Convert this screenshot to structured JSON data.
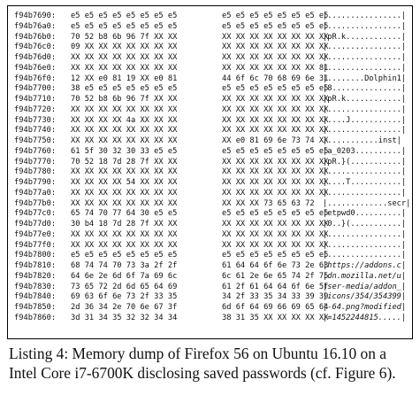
{
  "listing": {
    "rows": [
      {
        "addr": "f94b7690:",
        "hex1": "e5 e5 e5 e5 e5 e5 e5 e5",
        "hex2": "e5 e5 e5 e5 e5 e5 e5 e5",
        "ascii": "|................|"
      },
      {
        "addr": "f94b76a0:",
        "hex1": "e5 e5 e5 e5 e5 e5 e5 e5",
        "hex2": "e5 e5 e5 e5 e5 e5 e5 e5",
        "ascii": "|................|"
      },
      {
        "addr": "f94b76b0:",
        "hex1": "70 52 b8 6b 96 7f XX XX",
        "hex2": "XX XX XX XX XX XX XX XX",
        "ascii": "|pR.k............|"
      },
      {
        "addr": "f94b76c0:",
        "hex1": "09 XX XX XX XX XX XX XX",
        "hex2": "XX XX XX XX XX XX XX XX",
        "ascii": "|................|"
      },
      {
        "addr": "f94b76d0:",
        "hex1": "XX XX XX XX XX XX XX XX",
        "hex2": "XX XX XX XX XX XX XX XX",
        "ascii": "|................|"
      },
      {
        "addr": "f94b76e0:",
        "hex1": "XX XX XX XX XX XX XX XX",
        "hex2": "XX XX XX XX XX XX XX 81",
        "ascii": "|................|"
      },
      {
        "addr": "f94b76f0:",
        "hex1": "12 XX e0 81 19 XX e0 81",
        "hex2": "44 6f 6c 70 68 69 6e 31",
        "ascii": "|........Dolphin1|"
      },
      {
        "addr": "f94b7700:",
        "hex1": "38 e5 e5 e5 e5 e5 e5 e5",
        "hex2": "e5 e5 e5 e5 e5 e5 e5 e5",
        "ascii": "|8...............|"
      },
      {
        "addr": "f94b7710:",
        "hex1": "70 52 b8 6b 96 7f XX XX",
        "hex2": "XX XX XX XX XX XX XX XX",
        "ascii": "|pR.k............|"
      },
      {
        "addr": "f94b7720:",
        "hex1": "XX XX XX XX XX XX XX XX",
        "hex2": "XX XX XX XX XX XX XX XX",
        "ascii": "|................|"
      },
      {
        "addr": "f94b7730:",
        "hex1": "XX XX XX XX 4a XX XX XX",
        "hex2": "XX XX XX XX XX XX XX XX",
        "ascii": "|....J...........|"
      },
      {
        "addr": "f94b7740:",
        "hex1": "XX XX XX XX XX XX XX XX",
        "hex2": "XX XX XX XX XX XX XX XX",
        "ascii": "|................|"
      },
      {
        "addr": "f94b7750:",
        "hex1": "XX XX XX XX XX XX XX XX",
        "hex2": "XX e0 81 69 6e 73 74 XX",
        "ascii": "|...........inst|"
      },
      {
        "addr": "f94b7760:",
        "hex1": "61 5f 30 32 30 33 e5 e5",
        "hex2": "e5 e5 e5 e5 e5 e5 e5 e5",
        "ascii": "|a_0203..........|"
      },
      {
        "addr": "f94b7770:",
        "hex1": "70 52 18 7d 28 7f XX XX",
        "hex2": "XX XX XX XX XX XX XX XX",
        "ascii": "|pR.}(...........|"
      },
      {
        "addr": "f94b7780:",
        "hex1": "XX XX XX XX XX XX XX XX",
        "hex2": "XX XX XX XX XX XX XX XX",
        "ascii": "|................|"
      },
      {
        "addr": "f94b7790:",
        "hex1": "XX XX XX XX 54 XX XX XX",
        "hex2": "XX XX XX XX XX XX XX XX",
        "ascii": "|....T...........|"
      },
      {
        "addr": "f94b77a0:",
        "hex1": "XX XX XX XX XX XX XX XX",
        "hex2": "XX XX XX XX XX XX XX XX",
        "ascii": "|................|"
      },
      {
        "addr": "f94b77b0:",
        "hex1": "XX XX XX XX XX XX XX XX",
        "hex2": "XX XX XX 73 65 63 72",
        "ascii": "|.............secr|"
      },
      {
        "addr": "f94b77c0:",
        "hex1": "65 74 70 77 64 30 e5 e5",
        "hex2": "e5 e5 e5 e5 e5 e5 e5 e5",
        "ascii": "|etpwd0..........|"
      },
      {
        "addr": "f94b77d0:",
        "hex1": "30 b4 18 7d 28 7f XX XX",
        "hex2": "XX XX XX XX XX XX XX XX",
        "ascii": "|0..}(...........|"
      },
      {
        "addr": "f94b77e0:",
        "hex1": "XX XX XX XX XX XX XX XX",
        "hex2": "XX XX XX XX XX XX XX XX",
        "ascii": "|................|"
      },
      {
        "addr": "f94b77f0:",
        "hex1": "XX XX XX XX XX XX XX XX",
        "hex2": "XX XX XX XX XX XX XX XX",
        "ascii": "|................|"
      },
      {
        "addr": "f94b7800:",
        "hex1": "e5 e5 e5 e5 e5 e5 e5 e5",
        "hex2": "e5 e5 e5 e5 e5 e5 e5 e5",
        "ascii": "|................|"
      },
      {
        "addr": "f94b7810:",
        "hex1": "68 74 74 70 73 3a 2f 2f",
        "hex2": "61 64 64 6f 6e 73 2e 63",
        "ascii": "|https://addons.c|"
      },
      {
        "addr": "f94b7820:",
        "hex1": "64 6e 2e 6d 6f 7a 69 6c",
        "hex2": "6c 61 2e 6e 65 74 2f 75",
        "ascii": "|dn.mozilla.net/u|"
      },
      {
        "addr": "f94b7830:",
        "hex1": "73 65 72 2d 6d 65 64 69",
        "hex2": "61 2f 61 64 64 6f 6e 5f",
        "ascii": "|ser-media/addon_|"
      },
      {
        "addr": "f94b7840:",
        "hex1": "69 63 6f 6e 73 2f 33 35",
        "hex2": "34 2f 33 35 34 33 39 39",
        "ascii": "|icons/354/354399|"
      },
      {
        "addr": "f94b7850:",
        "hex1": "2d 36 34 2e 70 6e 67 3f",
        "hex2": "6d 6f 64 69 66 69 65 64",
        "ascii": "|-64.png?modified|"
      },
      {
        "addr": "f94b7860:",
        "hex1": "3d 31 34 35 32 32 34 34",
        "hex2": "38 31 35 XX XX XX XX XX",
        "ascii": "|=1452244815.....|"
      }
    ]
  },
  "caption": "Listing 4: Memory dump of Firefox 56 on Ubuntu 16.10 on a Intel Core i7-6700K disclosing saved passwords (cf. Figure 6)."
}
